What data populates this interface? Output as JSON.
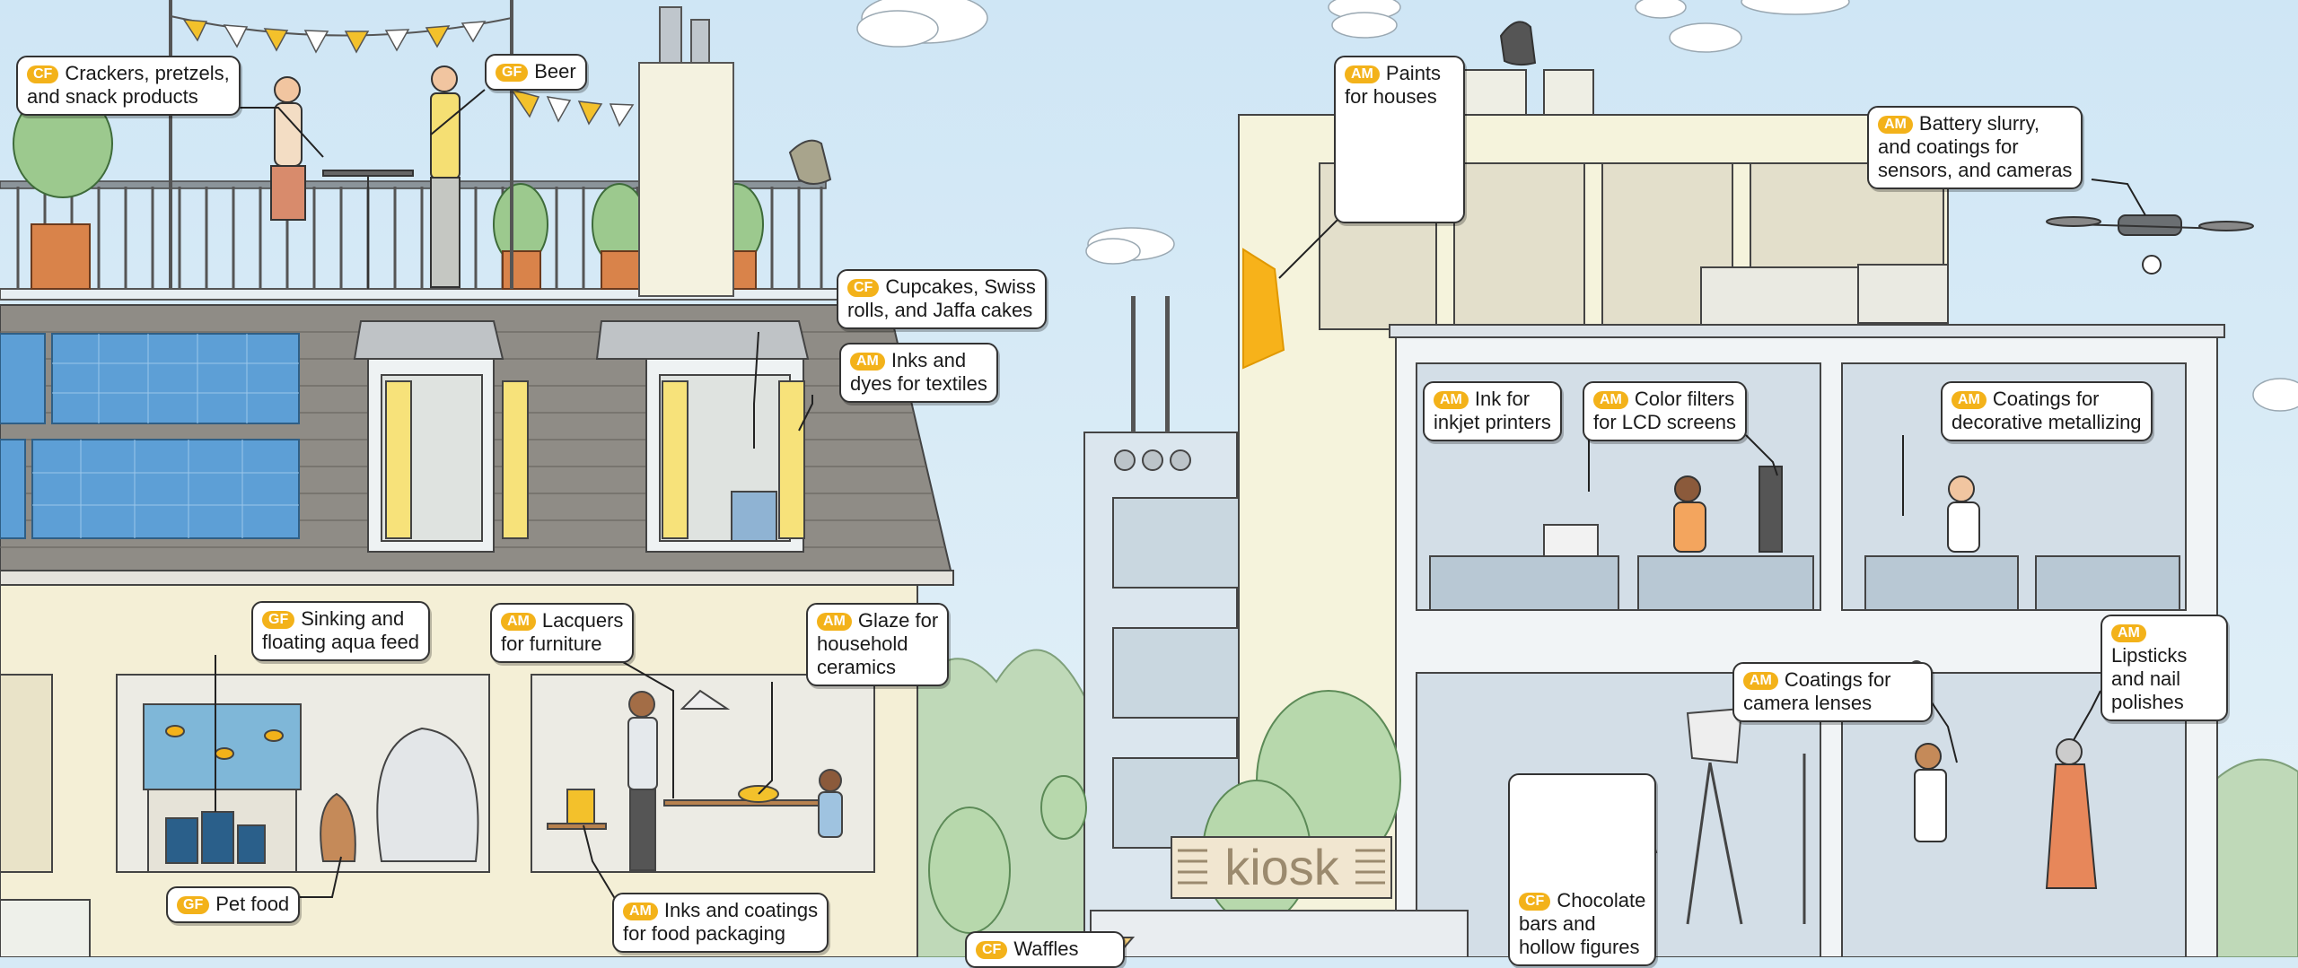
{
  "kiosk": {
    "sign": "kiosk"
  },
  "labels": [
    {
      "id": "crackers",
      "tag": "CF",
      "lines": [
        "Crackers, pretzels,",
        "and snack products"
      ]
    },
    {
      "id": "beer",
      "tag": "GF",
      "lines": [
        "Beer"
      ]
    },
    {
      "id": "paints",
      "tag": "AM",
      "lines": [
        "Paints",
        "for houses"
      ]
    },
    {
      "id": "battery",
      "tag": "AM",
      "lines": [
        "Battery slurry,",
        "and coatings for",
        "sensors, and cameras"
      ]
    },
    {
      "id": "cupcakes",
      "tag": "CF",
      "lines": [
        "Cupcakes, Swiss",
        "rolls, and Jaffa cakes"
      ]
    },
    {
      "id": "textiles",
      "tag": "AM",
      "lines": [
        "Inks and",
        "dyes for textiles"
      ]
    },
    {
      "id": "inkjet",
      "tag": "AM",
      "lines": [
        "Ink for",
        "inkjet printers"
      ]
    },
    {
      "id": "lcd",
      "tag": "AM",
      "lines": [
        "Color filters",
        "for LCD screens"
      ]
    },
    {
      "id": "metallizing",
      "tag": "AM",
      "lines": [
        "Coatings for",
        "decorative metallizing"
      ]
    },
    {
      "id": "aqua",
      "tag": "GF",
      "lines": [
        "Sinking and",
        "floating aqua feed"
      ]
    },
    {
      "id": "lacquers",
      "tag": "AM",
      "lines": [
        "Lacquers",
        "for furniture"
      ]
    },
    {
      "id": "glaze",
      "tag": "AM",
      "lines": [
        "Glaze for",
        "household",
        "ceramics"
      ]
    },
    {
      "id": "lenses",
      "tag": "AM",
      "lines": [
        "Coatings for",
        "camera lenses"
      ]
    },
    {
      "id": "lipsticks",
      "tag": "AM",
      "lines": [
        "",
        "Lipsticks",
        "and nail",
        "polishes"
      ]
    },
    {
      "id": "petfood",
      "tag": "GF",
      "lines": [
        "Pet food"
      ]
    },
    {
      "id": "packaging",
      "tag": "AM",
      "lines": [
        "Inks and coatings",
        "for food packaging"
      ]
    },
    {
      "id": "chocolate",
      "tag": "CF",
      "lines": [
        "Chocolate",
        "bars and",
        "hollow figures"
      ]
    },
    {
      "id": "waffles",
      "tag": "CF",
      "lines": [
        "Waffles"
      ]
    }
  ]
}
